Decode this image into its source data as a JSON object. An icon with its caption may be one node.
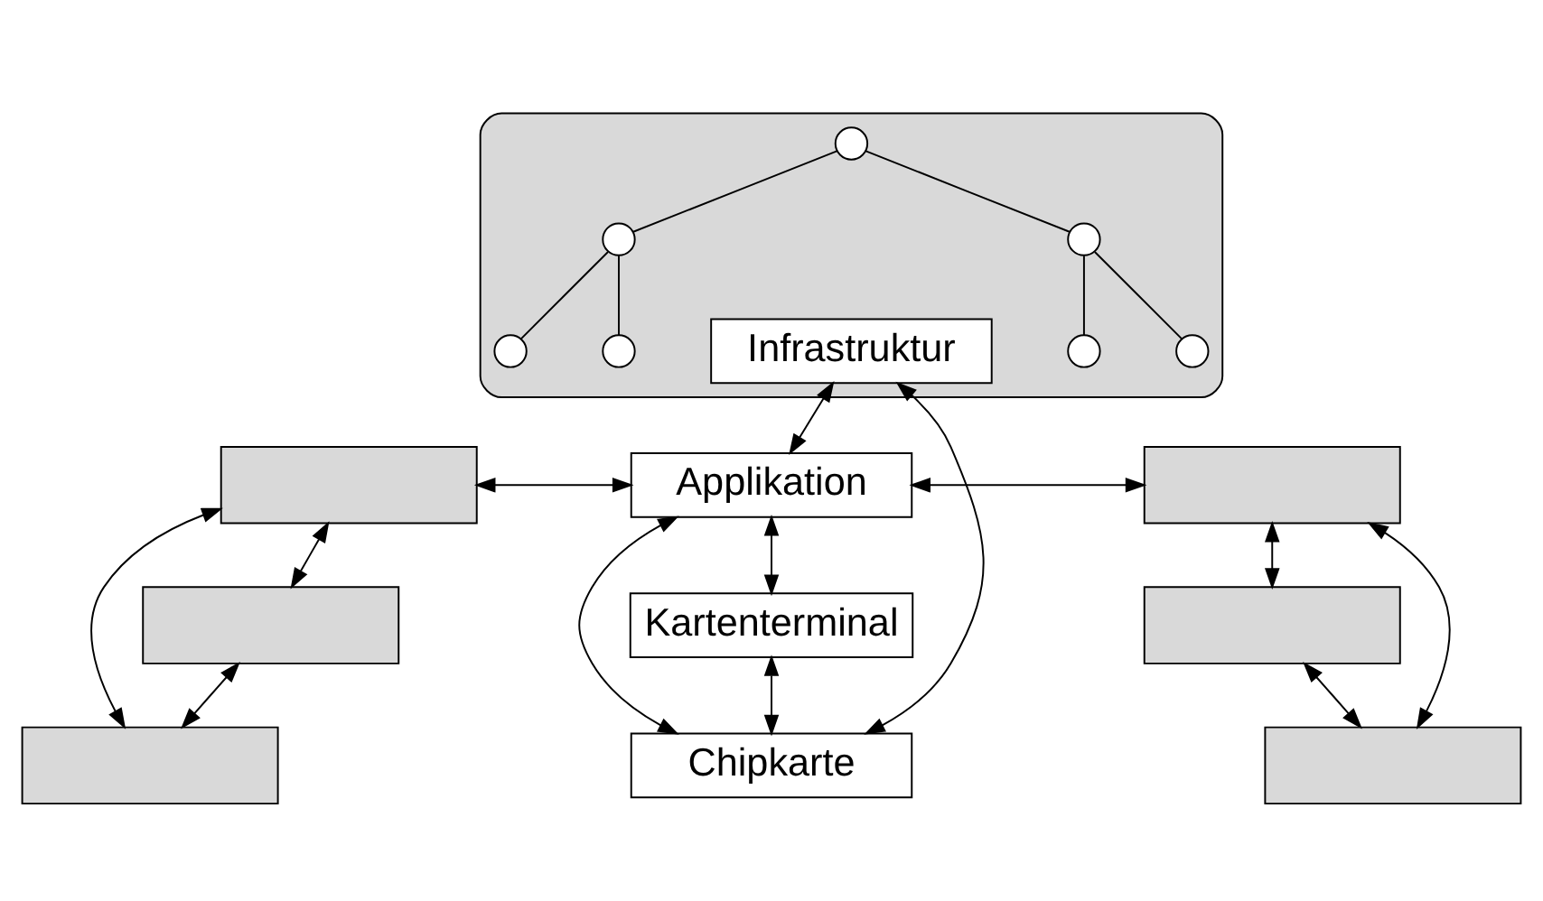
{
  "diagram": {
    "nodes": [
      {
        "text": [],
        "shape": "triangle"
      },
      {
        "text": [
          "Infrastruktur"
        ],
        "in": 0
      },
      {
        "text": [],
        "shape": "circle",
        "in": 0
      },
      {
        "text": [],
        "shape": "circle",
        "in": 0
      },
      {
        "text": [],
        "shape": "circle",
        "in": 0
      },
      {
        "text": [],
        "shape": "circle",
        "in": 0
      },
      {
        "text": [],
        "shape": "circle",
        "in": 0
      },
      {
        "text": [],
        "shape": "circle",
        "in": 0
      },
      {
        "text": [],
        "shape": "circle",
        "in": 0
      },
      {
        "text": [],
        "shape": "box"
      },
      {
        "text": [
          "Applikation"
        ]
      },
      {
        "text": [],
        "shape": "box"
      },
      {
        "text": [],
        "shape": "box"
      },
      {
        "text": [
          "Kartenterminal"
        ]
      },
      {
        "text": [],
        "shape": "box"
      },
      {
        "text": [],
        "shape": "box"
      },
      {
        "text": [
          "Chipkarte"
        ]
      },
      {
        "text": [],
        "shape": "box"
      }
    ],
    "edges": [
      {
        "from": 5,
        "to": 3,
        "arrow": "none"
      },
      {
        "from": 3,
        "to": 2,
        "arrow": "none"
      },
      {
        "from": 3,
        "to": 4,
        "arrow": "none"
      },
      {
        "from": 5,
        "to": 7,
        "arrow": "none"
      },
      {
        "from": 7,
        "to": 6,
        "arrow": "none"
      },
      {
        "from": 7,
        "to": 8,
        "arrow": "none"
      },
      {
        "from": 1,
        "to": 10,
        "arrow": "both"
      },
      {
        "from": 1,
        "to": 16,
        "arrow": "both"
      },
      {
        "from": 9,
        "to": 10,
        "arrow": "both"
      },
      {
        "from": 10,
        "to": 11,
        "arrow": "both"
      },
      {
        "from": 10,
        "to": 13,
        "arrow": "both"
      },
      {
        "from": 10,
        "to": 16,
        "arrow": "both"
      },
      {
        "from": 13,
        "to": 16,
        "arrow": "both"
      },
      {
        "from": 9,
        "to": 12,
        "arrow": "both"
      },
      {
        "from": 9,
        "to": 15,
        "arrow": "both"
      },
      {
        "from": 12,
        "to": 15,
        "arrow": "both"
      },
      {
        "from": 11,
        "to": 14,
        "arrow": "both"
      },
      {
        "from": 11,
        "to": 17,
        "arrow": "both"
      },
      {
        "from": 14,
        "to": 17,
        "arrow": "both"
      }
    ]
  }
}
